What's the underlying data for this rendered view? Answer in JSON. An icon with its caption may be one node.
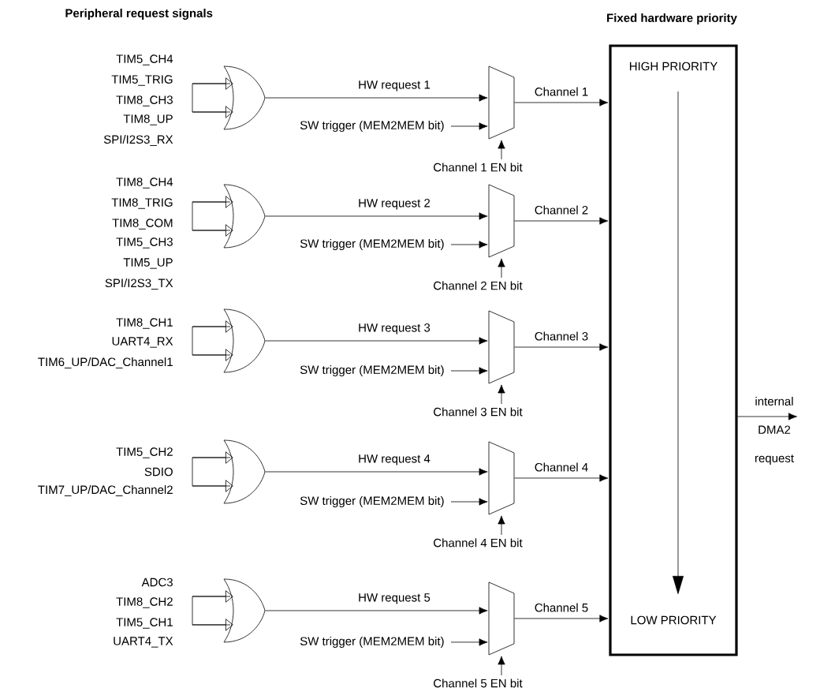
{
  "diagram": {
    "nodes": [
      {
        "text": [],
        "shape": "gate",
        "beside": [
          "TIM5_CH4",
          "TIM5_TRIG",
          "TIM8_CH3",
          "TIM8_UP",
          "SPI/I2S3_RX"
        ]
      },
      {
        "text": [],
        "shape": "trapezoid"
      },
      {
        "text": [],
        "shape": "gate",
        "beside": [
          "TIM8_CH4",
          "TIM8_TRIG",
          "TIM8_COM",
          "TIM5_CH3",
          "TIM5_UP",
          "SPI/I2S3_TX"
        ]
      },
      {
        "text": [],
        "shape": "trapezoid"
      },
      {
        "text": [],
        "shape": "gate",
        "beside": [
          "TIM8_CH1",
          "UART4_RX",
          "TIM6_UP/DAC_Channel1"
        ]
      },
      {
        "text": [],
        "shape": "trapezoid"
      },
      {
        "text": [],
        "shape": "gate",
        "beside": [
          "TIM5_CH2",
          "SDIO",
          "TIM7_UP/DAC_Channel2"
        ]
      },
      {
        "text": [],
        "shape": "trapezoid"
      },
      {
        "text": [],
        "shape": "gate",
        "beside": [
          "ADC3",
          "TIM8_CH2",
          "TIM5_CH1",
          "UART4_TX"
        ]
      },
      {
        "text": [],
        "shape": "trapezoid"
      },
      {
        "text": [
          "Fixed hardware priority",
          "HIGH PRIORITY",
          "LOW PRIORITY"
        ]
      }
    ],
    "edges": [
      {
        "from": 0,
        "to": 1,
        "arrow": "to",
        "label": "HW request 1"
      },
      {
        "from": null,
        "to": 1,
        "arrow": "to",
        "label": "SW trigger (MEM2MEM bit)"
      },
      {
        "from": null,
        "to": 1,
        "arrow": "to",
        "label": "Channel 1 EN bit"
      },
      {
        "from": 1,
        "to": 10,
        "arrow": "to",
        "label": "Channel 1"
      },
      {
        "from": 2,
        "to": 3,
        "arrow": "to",
        "label": "HW request 2"
      },
      {
        "from": null,
        "to": 3,
        "arrow": "to",
        "label": "SW trigger (MEM2MEM bit)"
      },
      {
        "from": null,
        "to": 3,
        "arrow": "to",
        "label": "Channel 2 EN bit"
      },
      {
        "from": 3,
        "to": 10,
        "arrow": "to",
        "label": "Channel 2"
      },
      {
        "from": 4,
        "to": 5,
        "arrow": "to",
        "label": "HW request 3"
      },
      {
        "from": null,
        "to": 5,
        "arrow": "to",
        "label": "SW trigger (MEM2MEM bit)"
      },
      {
        "from": null,
        "to": 5,
        "arrow": "to",
        "label": "Channel 3 EN bit"
      },
      {
        "from": 5,
        "to": 10,
        "arrow": "to",
        "label": "Channel 3"
      },
      {
        "from": 6,
        "to": 7,
        "arrow": "to",
        "label": "HW request 4"
      },
      {
        "from": null,
        "to": 7,
        "arrow": "to",
        "label": "SW trigger (MEM2MEM bit)"
      },
      {
        "from": null,
        "to": 7,
        "arrow": "to",
        "label": "Channel 4 EN bit"
      },
      {
        "from": 7,
        "to": 10,
        "arrow": "to",
        "label": "Channel 4"
      },
      {
        "from": 8,
        "to": 9,
        "arrow": "to",
        "label": "HW request 5"
      },
      {
        "from": null,
        "to": 9,
        "arrow": "to",
        "label": "SW trigger (MEM2MEM bit)"
      },
      {
        "from": null,
        "to": 9,
        "arrow": "to",
        "label": "Channel 5 EN bit"
      },
      {
        "from": 9,
        "to": 10,
        "arrow": "to",
        "label": "Channel 5"
      },
      {
        "from": 10,
        "to": null,
        "arrow": "to",
        "label": "internal DMA2 request"
      }
    ],
    "labels": [
      "Peripheral request signals"
    ]
  }
}
